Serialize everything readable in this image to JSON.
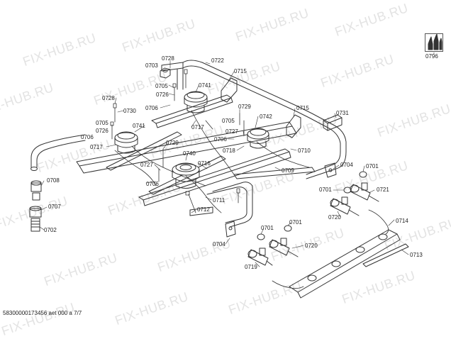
{
  "watermark": "FIX-HUB.RU",
  "footer": "58300000173456 aet 000 a 7/7",
  "parts": [
    {
      "id": "0796"
    },
    {
      "id": "0722"
    },
    {
      "id": "0715a",
      "label": "0715"
    },
    {
      "id": "0715b",
      "label": "0715"
    },
    {
      "id": "0728a",
      "label": "0728"
    },
    {
      "id": "0703"
    },
    {
      "id": "0705a",
      "label": "0705"
    },
    {
      "id": "0741a",
      "label": "0741"
    },
    {
      "id": "0726a",
      "label": "0726"
    },
    {
      "id": "0706a",
      "label": "0706"
    },
    {
      "id": "0728b",
      "label": "0728"
    },
    {
      "id": "0730"
    },
    {
      "id": "0705b",
      "label": "0705"
    },
    {
      "id": "0726b",
      "label": "0726"
    },
    {
      "id": "0706b",
      "label": "0706"
    },
    {
      "id": "0741b",
      "label": "0741"
    },
    {
      "id": "0717a",
      "label": "0717"
    },
    {
      "id": "0717b",
      "label": "0717"
    },
    {
      "id": "0729a",
      "label": "0729"
    },
    {
      "id": "0729b",
      "label": "0729"
    },
    {
      "id": "0742"
    },
    {
      "id": "0705c",
      "label": "0705"
    },
    {
      "id": "0727a",
      "label": "0727"
    },
    {
      "id": "0706c",
      "label": "0706"
    },
    {
      "id": "0718"
    },
    {
      "id": "0731"
    },
    {
      "id": "0710"
    },
    {
      "id": "0740"
    },
    {
      "id": "0716"
    },
    {
      "id": "0727b",
      "label": "0727"
    },
    {
      "id": "0706d",
      "label": "0706"
    },
    {
      "id": "0709"
    },
    {
      "id": "0704a",
      "label": "0704"
    },
    {
      "id": "0701a",
      "label": "0701"
    },
    {
      "id": "0708"
    },
    {
      "id": "0701b",
      "label": "0701"
    },
    {
      "id": "0721"
    },
    {
      "id": "0711"
    },
    {
      "id": "0712"
    },
    {
      "id": "0707"
    },
    {
      "id": "0720a",
      "label": "0720"
    },
    {
      "id": "0702"
    },
    {
      "id": "0714"
    },
    {
      "id": "0701c",
      "label": "0701"
    },
    {
      "id": "0701d",
      "label": "0701"
    },
    {
      "id": "0704b",
      "label": "0704"
    },
    {
      "id": "0720b",
      "label": "0720"
    },
    {
      "id": "0713"
    },
    {
      "id": "0719"
    }
  ]
}
